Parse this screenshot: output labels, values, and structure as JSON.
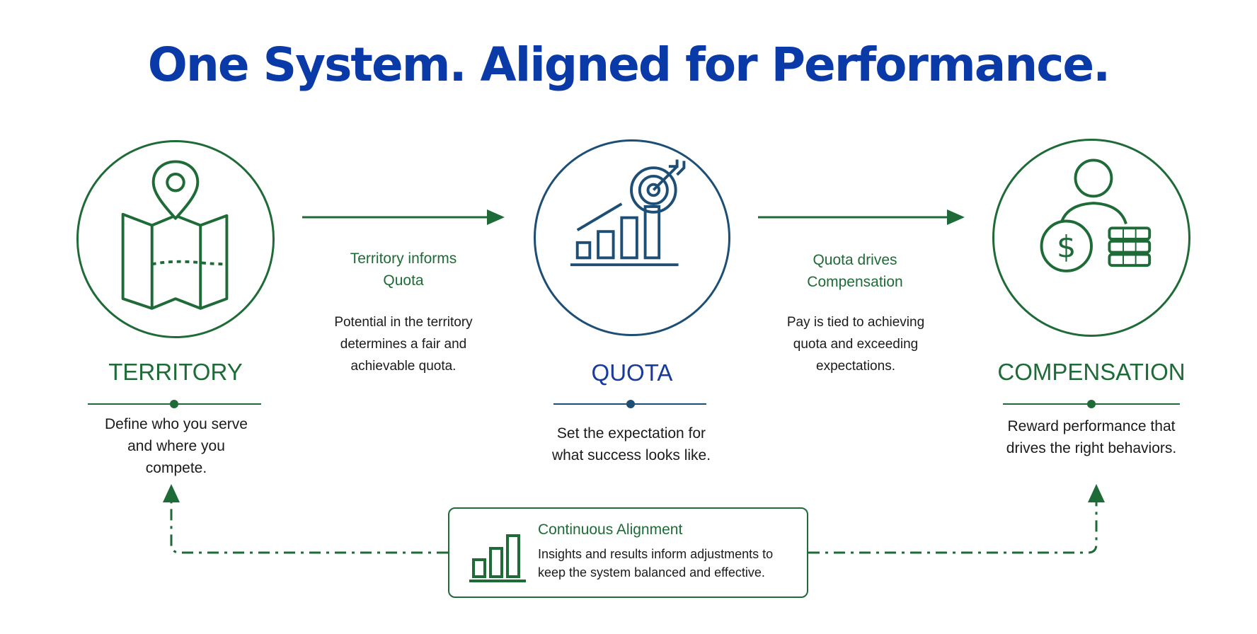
{
  "title": "One System. Aligned for Performance.",
  "colors": {
    "green": "#1e6b37",
    "blue": "#173b9c",
    "title_blue": "#0a3aa8",
    "quota_ring": "#1d4f76"
  },
  "stages": {
    "territory": {
      "icon": "map-pin-icon",
      "heading": "TERRITORY",
      "description": "Define who you serve and where you compete."
    },
    "quota": {
      "icon": "target-growth-icon",
      "heading": "QUOTA",
      "description": "Set the expectation for what success looks like."
    },
    "compensation": {
      "icon": "person-money-icon",
      "heading": "COMPENSATION",
      "description": "Reward performance that drives the right behaviors."
    }
  },
  "connectors": {
    "territory_to_quota": {
      "label": "Territory informs Quota",
      "description": "Potential in the territory determines a fair and achievable quota."
    },
    "quota_to_compensation": {
      "label": "Quota drives Compensation",
      "description": "Pay is tied to achieving quota and exceeding expectations."
    }
  },
  "alignment": {
    "icon": "bar-chart-icon",
    "title": "Continuous Alignment",
    "description": "Insights and results inform adjustments to keep the system balanced and effective."
  }
}
